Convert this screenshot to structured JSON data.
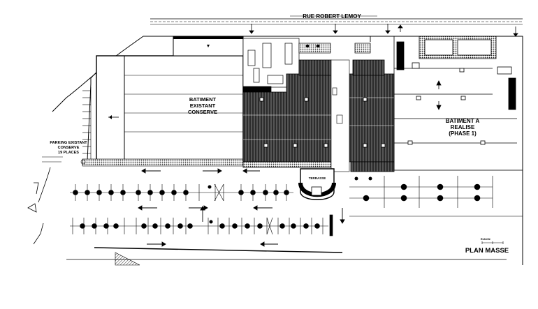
{
  "plan": {
    "street_name": "RUE ROBERT LEMOY",
    "existing_building": {
      "line1": "BATIMENT",
      "line2": "EXISTANT",
      "line3": "CONSERVE"
    },
    "new_building": {
      "line1": "BATIMENT A",
      "line2": "REALISE",
      "line3": "(PHASE 1)"
    },
    "parking": {
      "line1": "PARKING EXISTANT",
      "line2": "CONSERVE",
      "line3": "19 PLACES"
    },
    "terrace": "TERRASSE",
    "title": "PLAN MASSE",
    "scale_note": "Echelle"
  },
  "colors": {
    "ink": "#000000",
    "hatch": "#3a3a3a",
    "paper": "#ffffff"
  }
}
